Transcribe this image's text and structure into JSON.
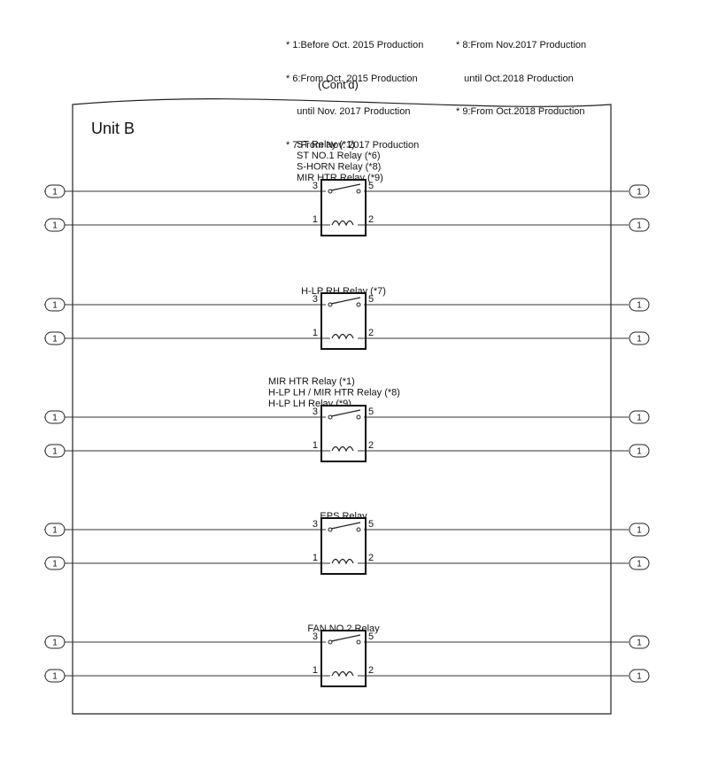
{
  "notes": {
    "left": [
      "* 1:Before Oct. 2015 Production",
      "* 6:From Oct. 2015 Production",
      "    until Nov. 2017 Production",
      "* 7:From Nov. 2017 Production"
    ],
    "right": [
      "* 8:From Nov.2017 Production",
      "   until Oct.2018 Production",
      "* 9:From Oct.2018 Production"
    ]
  },
  "contd": "(Cont'd)",
  "unit_title": "Unit B",
  "relays": [
    {
      "labels": [
        "ST Relay (*1)",
        "ST NO.1 Relay (*6)",
        "S-HORN Relay (*8)",
        "MIR HTR Relay (*9)"
      ],
      "pins": {
        "p3": "3",
        "p5": "5",
        "p1": "1",
        "p2": "2"
      },
      "connectors": {
        "left_top": "1",
        "left_bottom": "1",
        "right_top": "1",
        "right_bottom": "1"
      }
    },
    {
      "labels": [
        "H-LP RH Relay (*7)"
      ],
      "pins": {
        "p3": "3",
        "p5": "5",
        "p1": "1",
        "p2": "2"
      },
      "connectors": {
        "left_top": "1",
        "left_bottom": "1",
        "right_top": "1",
        "right_bottom": "1"
      }
    },
    {
      "labels": [
        "MIR HTR Relay (*1)",
        "H-LP LH / MIR HTR Relay (*8)",
        "H-LP LH Relay (*9)"
      ],
      "pins": {
        "p3": "3",
        "p5": "5",
        "p1": "1",
        "p2": "2"
      },
      "connectors": {
        "left_top": "1",
        "left_bottom": "1",
        "right_top": "1",
        "right_bottom": "1"
      }
    },
    {
      "labels": [
        "EPS Relay"
      ],
      "pins": {
        "p3": "3",
        "p5": "5",
        "p1": "1",
        "p2": "2"
      },
      "connectors": {
        "left_top": "1",
        "left_bottom": "1",
        "right_top": "1",
        "right_bottom": "1"
      }
    },
    {
      "labels": [
        "FAN NO.2 Relay"
      ],
      "pins": {
        "p3": "3",
        "p5": "5",
        "p1": "1",
        "p2": "2"
      },
      "connectors": {
        "left_top": "1",
        "left_bottom": "1",
        "right_top": "1",
        "right_bottom": "1"
      }
    }
  ]
}
